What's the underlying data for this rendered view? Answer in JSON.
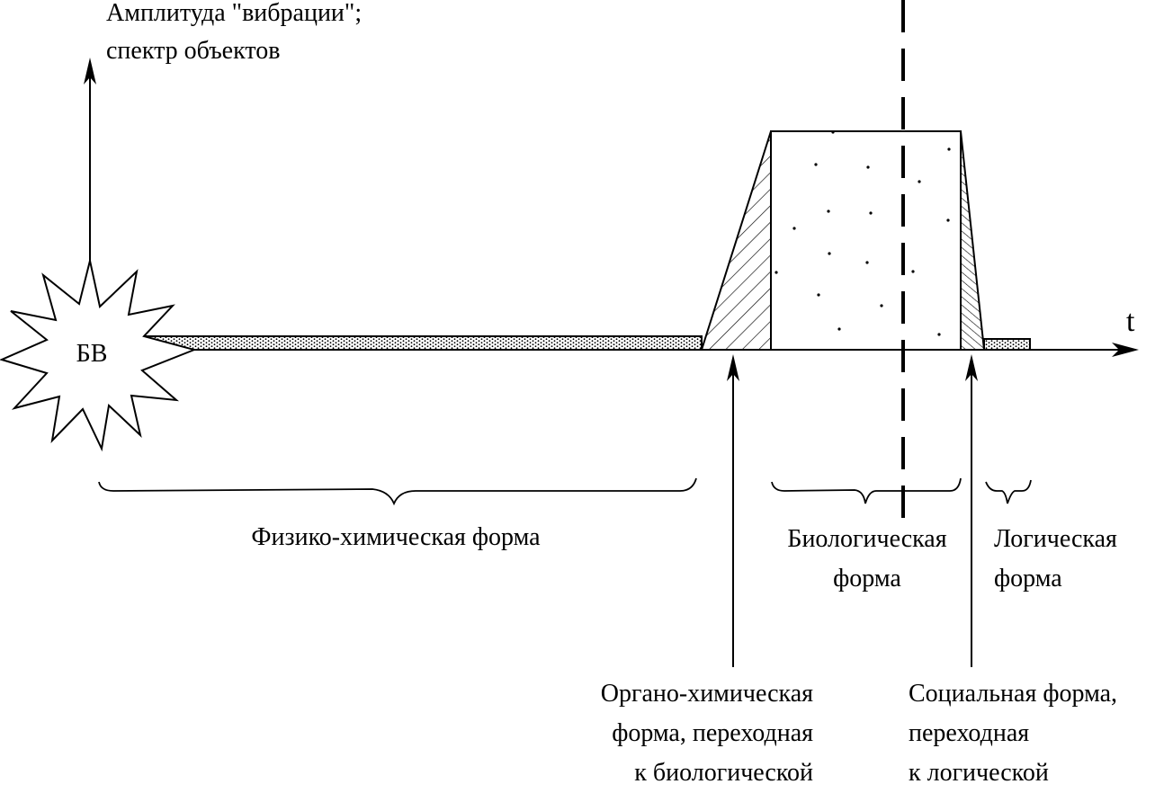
{
  "labels": {
    "y_axis_line1": "Амплитуда \"вибрации\";",
    "y_axis_line2": "спектр объектов",
    "x_axis": "t",
    "star": "БВ",
    "physico_chemical": "Физико-химическая форма",
    "biological_line1": "Биологическая",
    "biological_line2": "форма",
    "logical_line1": "Логическая",
    "logical_line2": "форма",
    "organo_line1": "Органо-химическая",
    "organo_line2": "форма, переходная",
    "organo_line3": "к биологической",
    "social_line1": "Социальная форма,",
    "social_line2": "переходная",
    "social_line3": "к логической"
  },
  "colors": {
    "ink": "#000000",
    "background": "#ffffff"
  }
}
